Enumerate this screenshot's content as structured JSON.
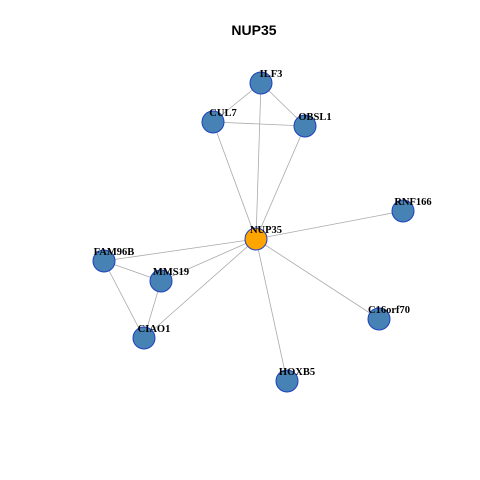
{
  "title": "NUP35",
  "colors": {
    "center_node": "#FFA500",
    "neighbor_node": "#4682B4",
    "node_border": "#1F3FBF",
    "edge": "#AAAAAA"
  },
  "nodes": [
    {
      "id": "NUP35",
      "label": "NUP35",
      "center": true
    },
    {
      "id": "ILF3",
      "label": "ILF3",
      "center": false
    },
    {
      "id": "CUL7",
      "label": "CUL7",
      "center": false
    },
    {
      "id": "OBSL1",
      "label": "OBSL1",
      "center": false
    },
    {
      "id": "RNF166",
      "label": "RNF166",
      "center": false
    },
    {
      "id": "FAM96B",
      "label": "FAM96B",
      "center": false
    },
    {
      "id": "MMS19",
      "label": "MMS19",
      "center": false
    },
    {
      "id": "CIAO1",
      "label": "CIAO1",
      "center": false
    },
    {
      "id": "C16orf70",
      "label": "C16orf70",
      "center": false
    },
    {
      "id": "HOXB5",
      "label": "HOXB5",
      "center": false
    }
  ],
  "edges": [
    [
      "NUP35",
      "ILF3"
    ],
    [
      "NUP35",
      "CUL7"
    ],
    [
      "NUP35",
      "OBSL1"
    ],
    [
      "NUP35",
      "RNF166"
    ],
    [
      "NUP35",
      "FAM96B"
    ],
    [
      "NUP35",
      "MMS19"
    ],
    [
      "NUP35",
      "CIAO1"
    ],
    [
      "NUP35",
      "C16orf70"
    ],
    [
      "NUP35",
      "HOXB5"
    ],
    [
      "ILF3",
      "CUL7"
    ],
    [
      "ILF3",
      "OBSL1"
    ],
    [
      "CUL7",
      "OBSL1"
    ],
    [
      "FAM96B",
      "MMS19"
    ],
    [
      "FAM96B",
      "CIAO1"
    ],
    [
      "MMS19",
      "CIAO1"
    ]
  ]
}
